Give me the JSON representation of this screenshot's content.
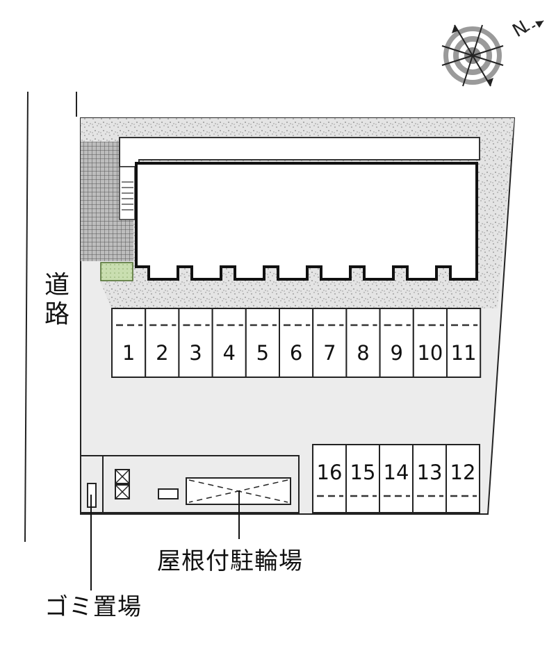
{
  "labels": {
    "road_char1": "道",
    "road_char2": "路",
    "bicycle_parking": "屋根付駐輪場",
    "garbage_area": "ゴミ置場"
  },
  "parking": {
    "top_row": [
      "1",
      "2",
      "3",
      "4",
      "5",
      "6",
      "7",
      "8",
      "9",
      "10",
      "11"
    ],
    "bottom_row": [
      "16",
      "15",
      "14",
      "13",
      "12"
    ]
  },
  "compass": {
    "north_label": "N"
  },
  "colors": {
    "line": "#1a1a1a",
    "lot_fill": "#ececec",
    "stipple_base": "#e6e6e6",
    "hedge": "#c8ddb0",
    "building_fill": "#ffffff"
  }
}
